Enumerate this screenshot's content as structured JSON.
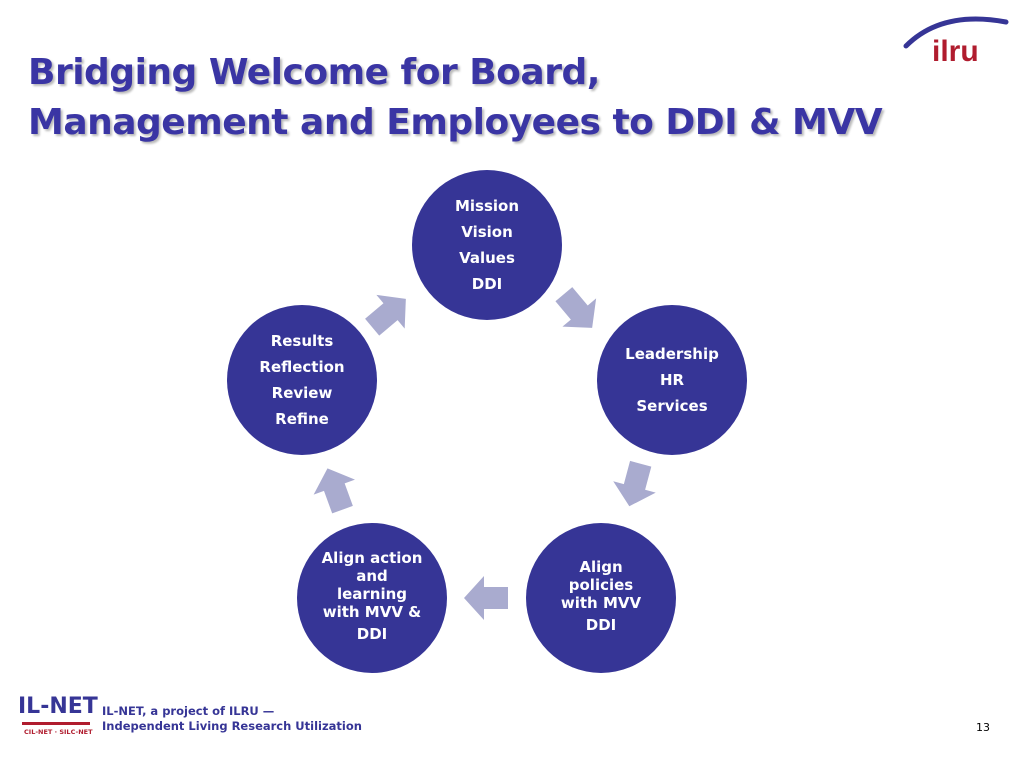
{
  "title": {
    "line1": "Bridging Welcome for Board,",
    "line2": "Management and Employees to DDI & MVV"
  },
  "logo": {
    "brand": "ilru"
  },
  "nodes": {
    "top": {
      "lines": [
        "Mission",
        "Vision",
        "Values",
        "DDI"
      ]
    },
    "right": {
      "lines": [
        "Leadership",
        "HR",
        "Services"
      ]
    },
    "bottom_right": {
      "lines": [
        "Align",
        "policies",
        "with MVV",
        "DDI"
      ]
    },
    "bottom_left": {
      "lines": [
        "Align action",
        "and",
        "learning",
        "with MVV &",
        "DDI"
      ]
    },
    "left": {
      "lines": [
        "Results",
        "Reflection",
        "Review",
        "Refine"
      ]
    }
  },
  "footer": {
    "brand": "IL-NET",
    "brand_sub": "CIL-NET · SILC-NET",
    "tagline_line1": "IL-NET, a project of ILRU —",
    "tagline_line2": "Independent Living Research Utilization"
  },
  "page_number": "13",
  "colors": {
    "title": "#3a35a4",
    "node_fill": "#363596",
    "arrow_fill": "#a9abcf",
    "logo_red": "#b01c2e"
  }
}
